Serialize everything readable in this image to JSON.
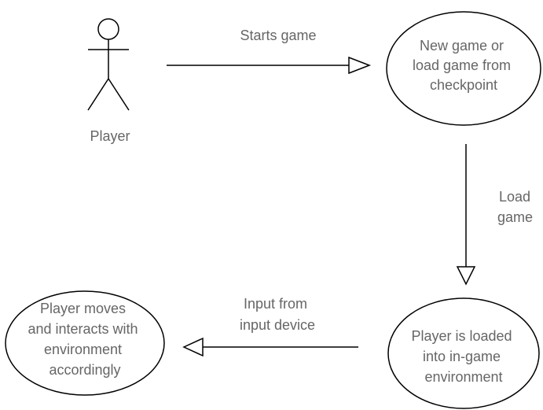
{
  "diagram": {
    "actor": {
      "label": "Player"
    },
    "use_cases": {
      "new_game": [
        "New game or",
        "load game from",
        "checkpoint"
      ],
      "loaded": [
        "Player is loaded",
        "into in-game",
        "environment"
      ],
      "moves": [
        "Player moves",
        "and interacts with",
        "environment",
        "accordingly"
      ]
    },
    "edges": {
      "starts_game": [
        "Starts game"
      ],
      "load_game": [
        "Load",
        "game"
      ],
      "input": [
        "Input from",
        "input device"
      ]
    }
  }
}
